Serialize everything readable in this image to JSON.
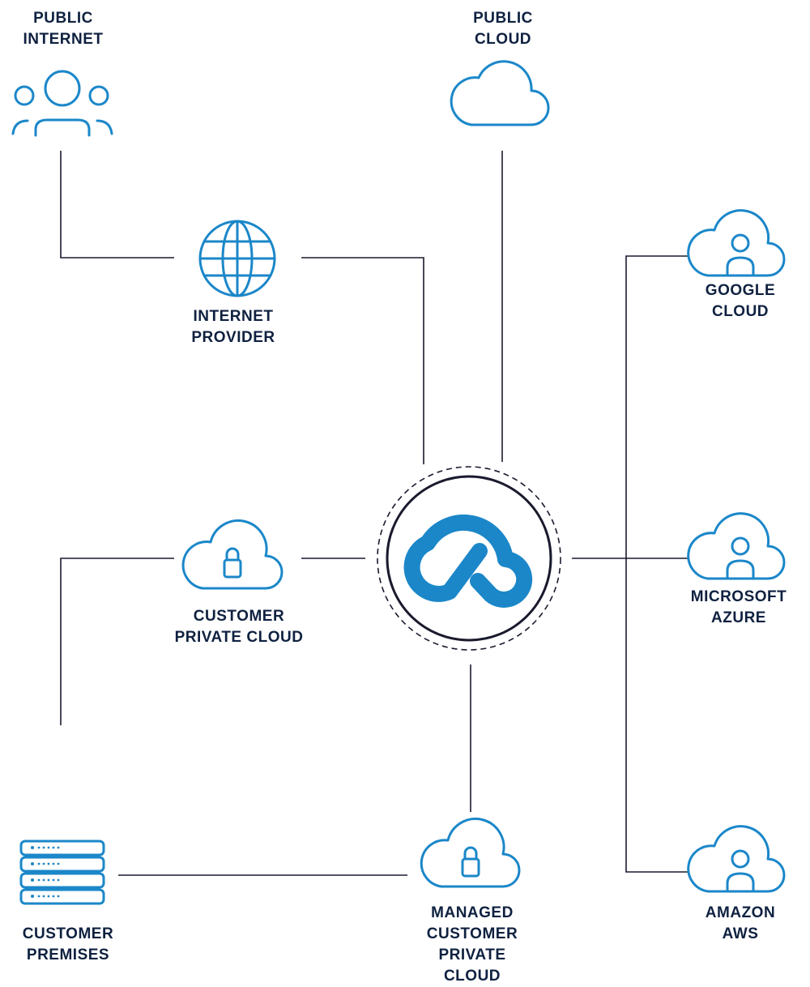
{
  "colors": {
    "icon": "#1b87c9",
    "text": "#0f2140",
    "line": "#1a1a2e"
  },
  "nodes": {
    "public_internet": {
      "icon": "users-icon",
      "line1": "PUBLIC",
      "line2": "INTERNET"
    },
    "public_cloud": {
      "icon": "cloud-icon",
      "line1": "PUBLIC",
      "line2": "CLOUD"
    },
    "internet_provider": {
      "icon": "globe-icon",
      "line1": "INTERNET",
      "line2": "PROVIDER"
    },
    "google_cloud": {
      "icon": "cloud-user-icon",
      "line1": "GOOGLE",
      "line2": "CLOUD"
    },
    "customer_private_cloud": {
      "icon": "cloud-lock-icon",
      "line1": "CUSTOMER",
      "line2": "PRIVATE CLOUD"
    },
    "microsoft_azure": {
      "icon": "cloud-user-icon",
      "line1": "MICROSOFT",
      "line2": "AZURE"
    },
    "customer_premises": {
      "icon": "server-icon",
      "line1": "CUSTOMER",
      "line2": "PREMISES"
    },
    "managed_customer_private_cloud": {
      "icon": "cloud-lock-icon",
      "line1": "MANAGED",
      "line2": "CUSTOMER",
      "line3": "PRIVATE",
      "line4": "CLOUD"
    },
    "amazon_aws": {
      "icon": "cloud-user-icon",
      "line1": "AMAZON",
      "line2": "AWS"
    },
    "hub": {
      "icon": "infinity-cloud-logo"
    }
  }
}
